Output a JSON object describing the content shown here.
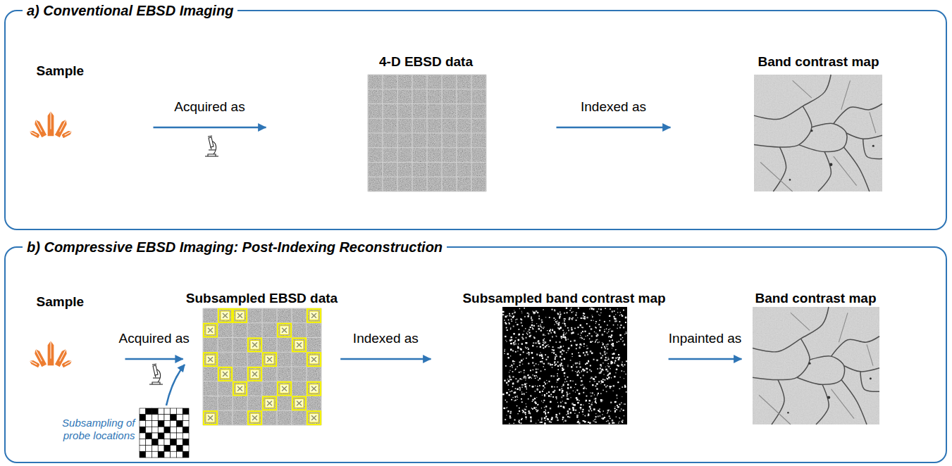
{
  "diagram": {
    "nodes": [
      {
        "text": [
          "a) Conventional EBSD Imaging"
        ]
      },
      {
        "text": [
          "Sample"
        ],
        "in": 0
      },
      {
        "text": [
          "4-D EBSD data"
        ],
        "in": 0
      },
      {
        "text": [
          "Band contrast map"
        ],
        "in": 0
      },
      {
        "text": [
          "b) Compressive EBSD Imaging: Post-Indexing Reconstruction"
        ]
      },
      {
        "text": [
          "Sample"
        ],
        "in": 4
      },
      {
        "text": [
          "Subsampling of probe locations"
        ],
        "in": 4
      },
      {
        "text": [
          "Subsampled EBSD data"
        ],
        "in": 4
      },
      {
        "text": [
          "Subsampled band contrast map"
        ],
        "in": 4
      },
      {
        "text": [
          "Band contrast map"
        ],
        "in": 4
      }
    ],
    "edges": [
      {
        "from": 1,
        "to": 2,
        "arrow": "to",
        "label": "Acquired as"
      },
      {
        "from": 2,
        "to": 3,
        "arrow": "to",
        "label": "Indexed as"
      },
      {
        "from": 5,
        "to": 7,
        "arrow": "to",
        "label": "Acquired as"
      },
      {
        "from": 7,
        "to": 8,
        "arrow": "to",
        "label": "Indexed as"
      },
      {
        "from": 8,
        "to": 9,
        "arrow": "to",
        "label": "Inpainted as"
      }
    ]
  }
}
